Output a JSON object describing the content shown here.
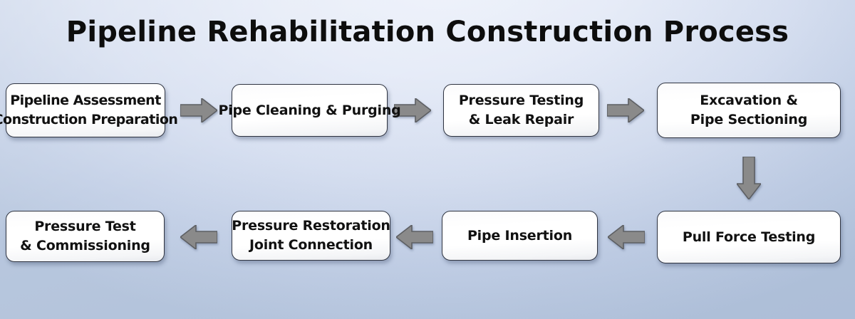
{
  "title": "Pipeline Rehabilitation Construction Process",
  "theme": {
    "background_top": "#e8ecf6",
    "background_bottom": "#b4c4dc",
    "node_fill": "#ffffff",
    "node_border": "#2e3340",
    "text_color": "#111111",
    "arrow_fill": "#8a8a8a",
    "arrow_border": "#5d5f63"
  },
  "nodes": [
    {
      "id": "node-1",
      "lines": [
        "Pipeline Assessment",
        "Construction Preparation"
      ]
    },
    {
      "id": "node-2",
      "lines": [
        "Pipe Cleaning & Purging"
      ]
    },
    {
      "id": "node-3",
      "lines": [
        "Pressure Testing",
        "& Leak Repair"
      ]
    },
    {
      "id": "node-4",
      "lines": [
        "Excavation &",
        "Pipe Sectioning"
      ]
    },
    {
      "id": "node-5",
      "lines": [
        "Pull Force Testing"
      ]
    },
    {
      "id": "node-6",
      "lines": [
        "Pipe Insertion"
      ]
    },
    {
      "id": "node-7",
      "lines": [
        "Pressure Restoration",
        "Joint Connection"
      ]
    },
    {
      "id": "node-8",
      "lines": [
        "Pressure Test",
        "& Commissioning"
      ]
    }
  ],
  "connectors": [
    {
      "id": "arrow-1",
      "direction": "right",
      "from": "node-1",
      "to": "node-2"
    },
    {
      "id": "arrow-2",
      "direction": "right",
      "from": "node-2",
      "to": "node-3"
    },
    {
      "id": "arrow-3",
      "direction": "right",
      "from": "node-3",
      "to": "node-4"
    },
    {
      "id": "arrow-4",
      "direction": "down",
      "from": "node-4",
      "to": "node-5"
    },
    {
      "id": "arrow-5",
      "direction": "left",
      "from": "node-5",
      "to": "node-6"
    },
    {
      "id": "arrow-6",
      "direction": "left",
      "from": "node-6",
      "to": "node-7"
    },
    {
      "id": "arrow-7",
      "direction": "left",
      "from": "node-7",
      "to": "node-8"
    }
  ]
}
